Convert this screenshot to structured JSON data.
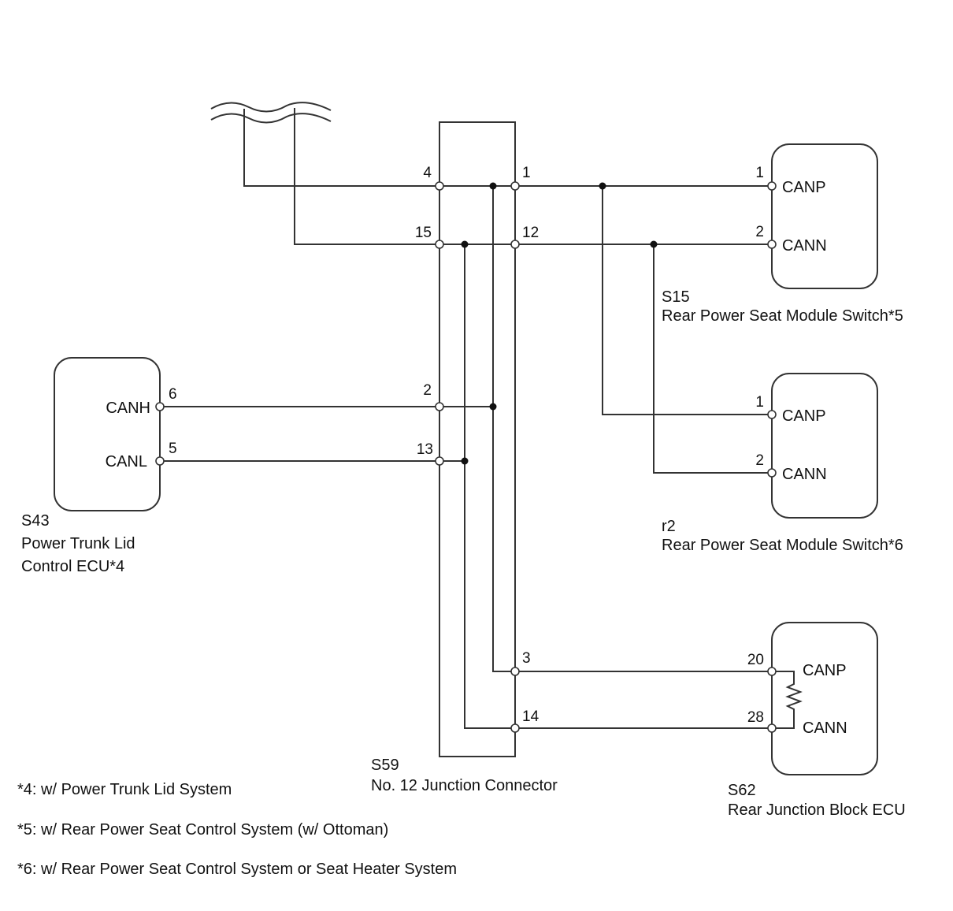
{
  "colors": {
    "line": "#333333",
    "background": "#ffffff",
    "text": "#111111"
  },
  "junction": {
    "code": "S59",
    "name": "No. 12 Junction Connector"
  },
  "s15": {
    "code": "S15",
    "name": "Rear Power Seat Module Switch*5",
    "pin1": "1",
    "pin2": "2",
    "canp": "CANP",
    "cann": "CANN"
  },
  "r2": {
    "code": "r2",
    "name": "Rear Power Seat Module Switch*6",
    "pin1": "1",
    "pin2": "2",
    "canp": "CANP",
    "cann": "CANN"
  },
  "s43": {
    "code": "S43",
    "name_line1": "Power Trunk Lid",
    "name_line2": "Control ECU*4",
    "pin_canh": "6",
    "pin_canl": "5",
    "canh": "CANH",
    "canl": "CANL"
  },
  "s62": {
    "code": "S62",
    "name": "Rear Junction Block ECU",
    "pin_canp": "20",
    "pin_cann": "28",
    "canp": "CANP",
    "cann": "CANN"
  },
  "junction_pins": {
    "p4": "4",
    "p15": "15",
    "p1": "1",
    "p12": "12",
    "p2": "2",
    "p13": "13",
    "p3": "3",
    "p14": "14"
  },
  "notes": [
    "*4: w/ Power Trunk Lid System",
    "*5: w/ Rear Power Seat Control System (w/ Ottoman)",
    "*6: w/ Rear Power Seat Control System or Seat Heater System"
  ]
}
